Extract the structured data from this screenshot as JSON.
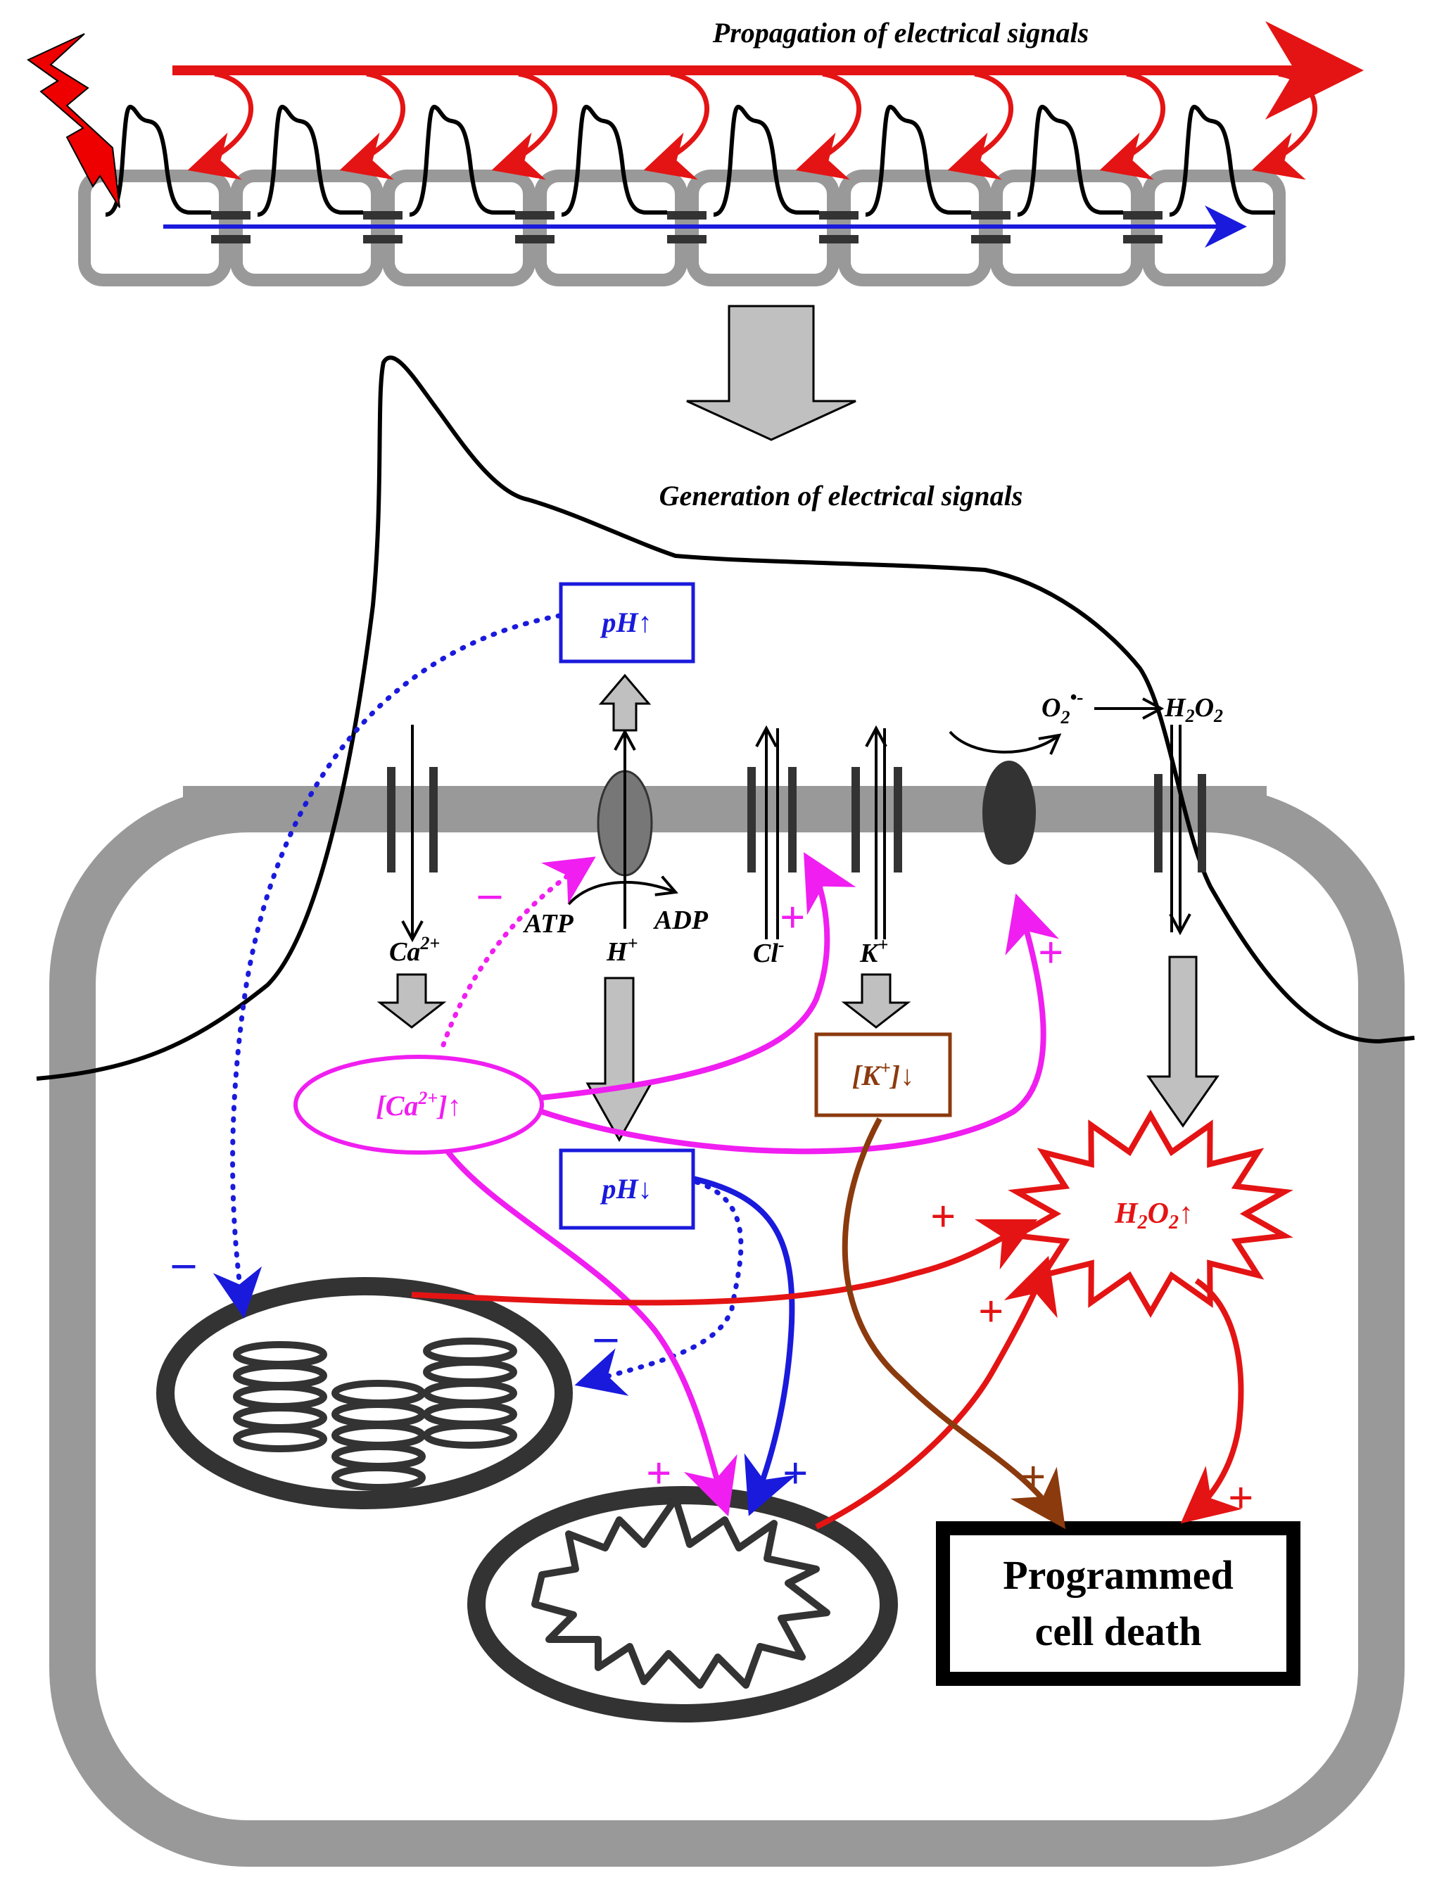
{
  "titles": {
    "propagation": "Propagation of electrical signals",
    "generation": "Generation of electrical signals"
  },
  "labels": {
    "ph_up": "pH↑",
    "ph_down": "pH↓",
    "ca_conc_up_main": "[Ca",
    "ca_conc_up_sup": "2+",
    "ca_conc_up_tail": "]↑",
    "k_conc_down_main": "[K",
    "k_conc_down_sup": "+",
    "k_conc_down_tail": "]↓",
    "h2o2_up_main": "H",
    "h2o2_up_sub1": "2",
    "h2o2_up_mid": "O",
    "h2o2_up_sub2": "2",
    "h2o2_up_tail": "↑",
    "ca_ion_main": "Ca",
    "ca_ion_sup": "2+",
    "atp": "ATP",
    "adp": "ADP",
    "h_ion_main": "H",
    "h_ion_sup": "+",
    "cl_ion_main": "Cl",
    "cl_ion_sup": "-",
    "k_ion_main": "K",
    "k_ion_sup": "+",
    "superoxide_main": "O",
    "superoxide_sub": "2",
    "superoxide_sup": "•-",
    "h2o2_main": "H",
    "h2o2_sub1": "2",
    "h2o2_mid": "O",
    "h2o2_sub2": "2",
    "pcd_line1": "Programmed",
    "pcd_line2": "cell death"
  },
  "signs": {
    "plus": "+",
    "minus": "–"
  },
  "colors": {
    "propagation_arrow": "#e41414",
    "conduction_arrow": "#1a1adc",
    "calcium": "#f01ef0",
    "ph": "#1a1adc",
    "potassium": "#8b3a0e",
    "ros": "#e41414",
    "wall": "#999999",
    "block_arrow": "#c0c0c0"
  }
}
